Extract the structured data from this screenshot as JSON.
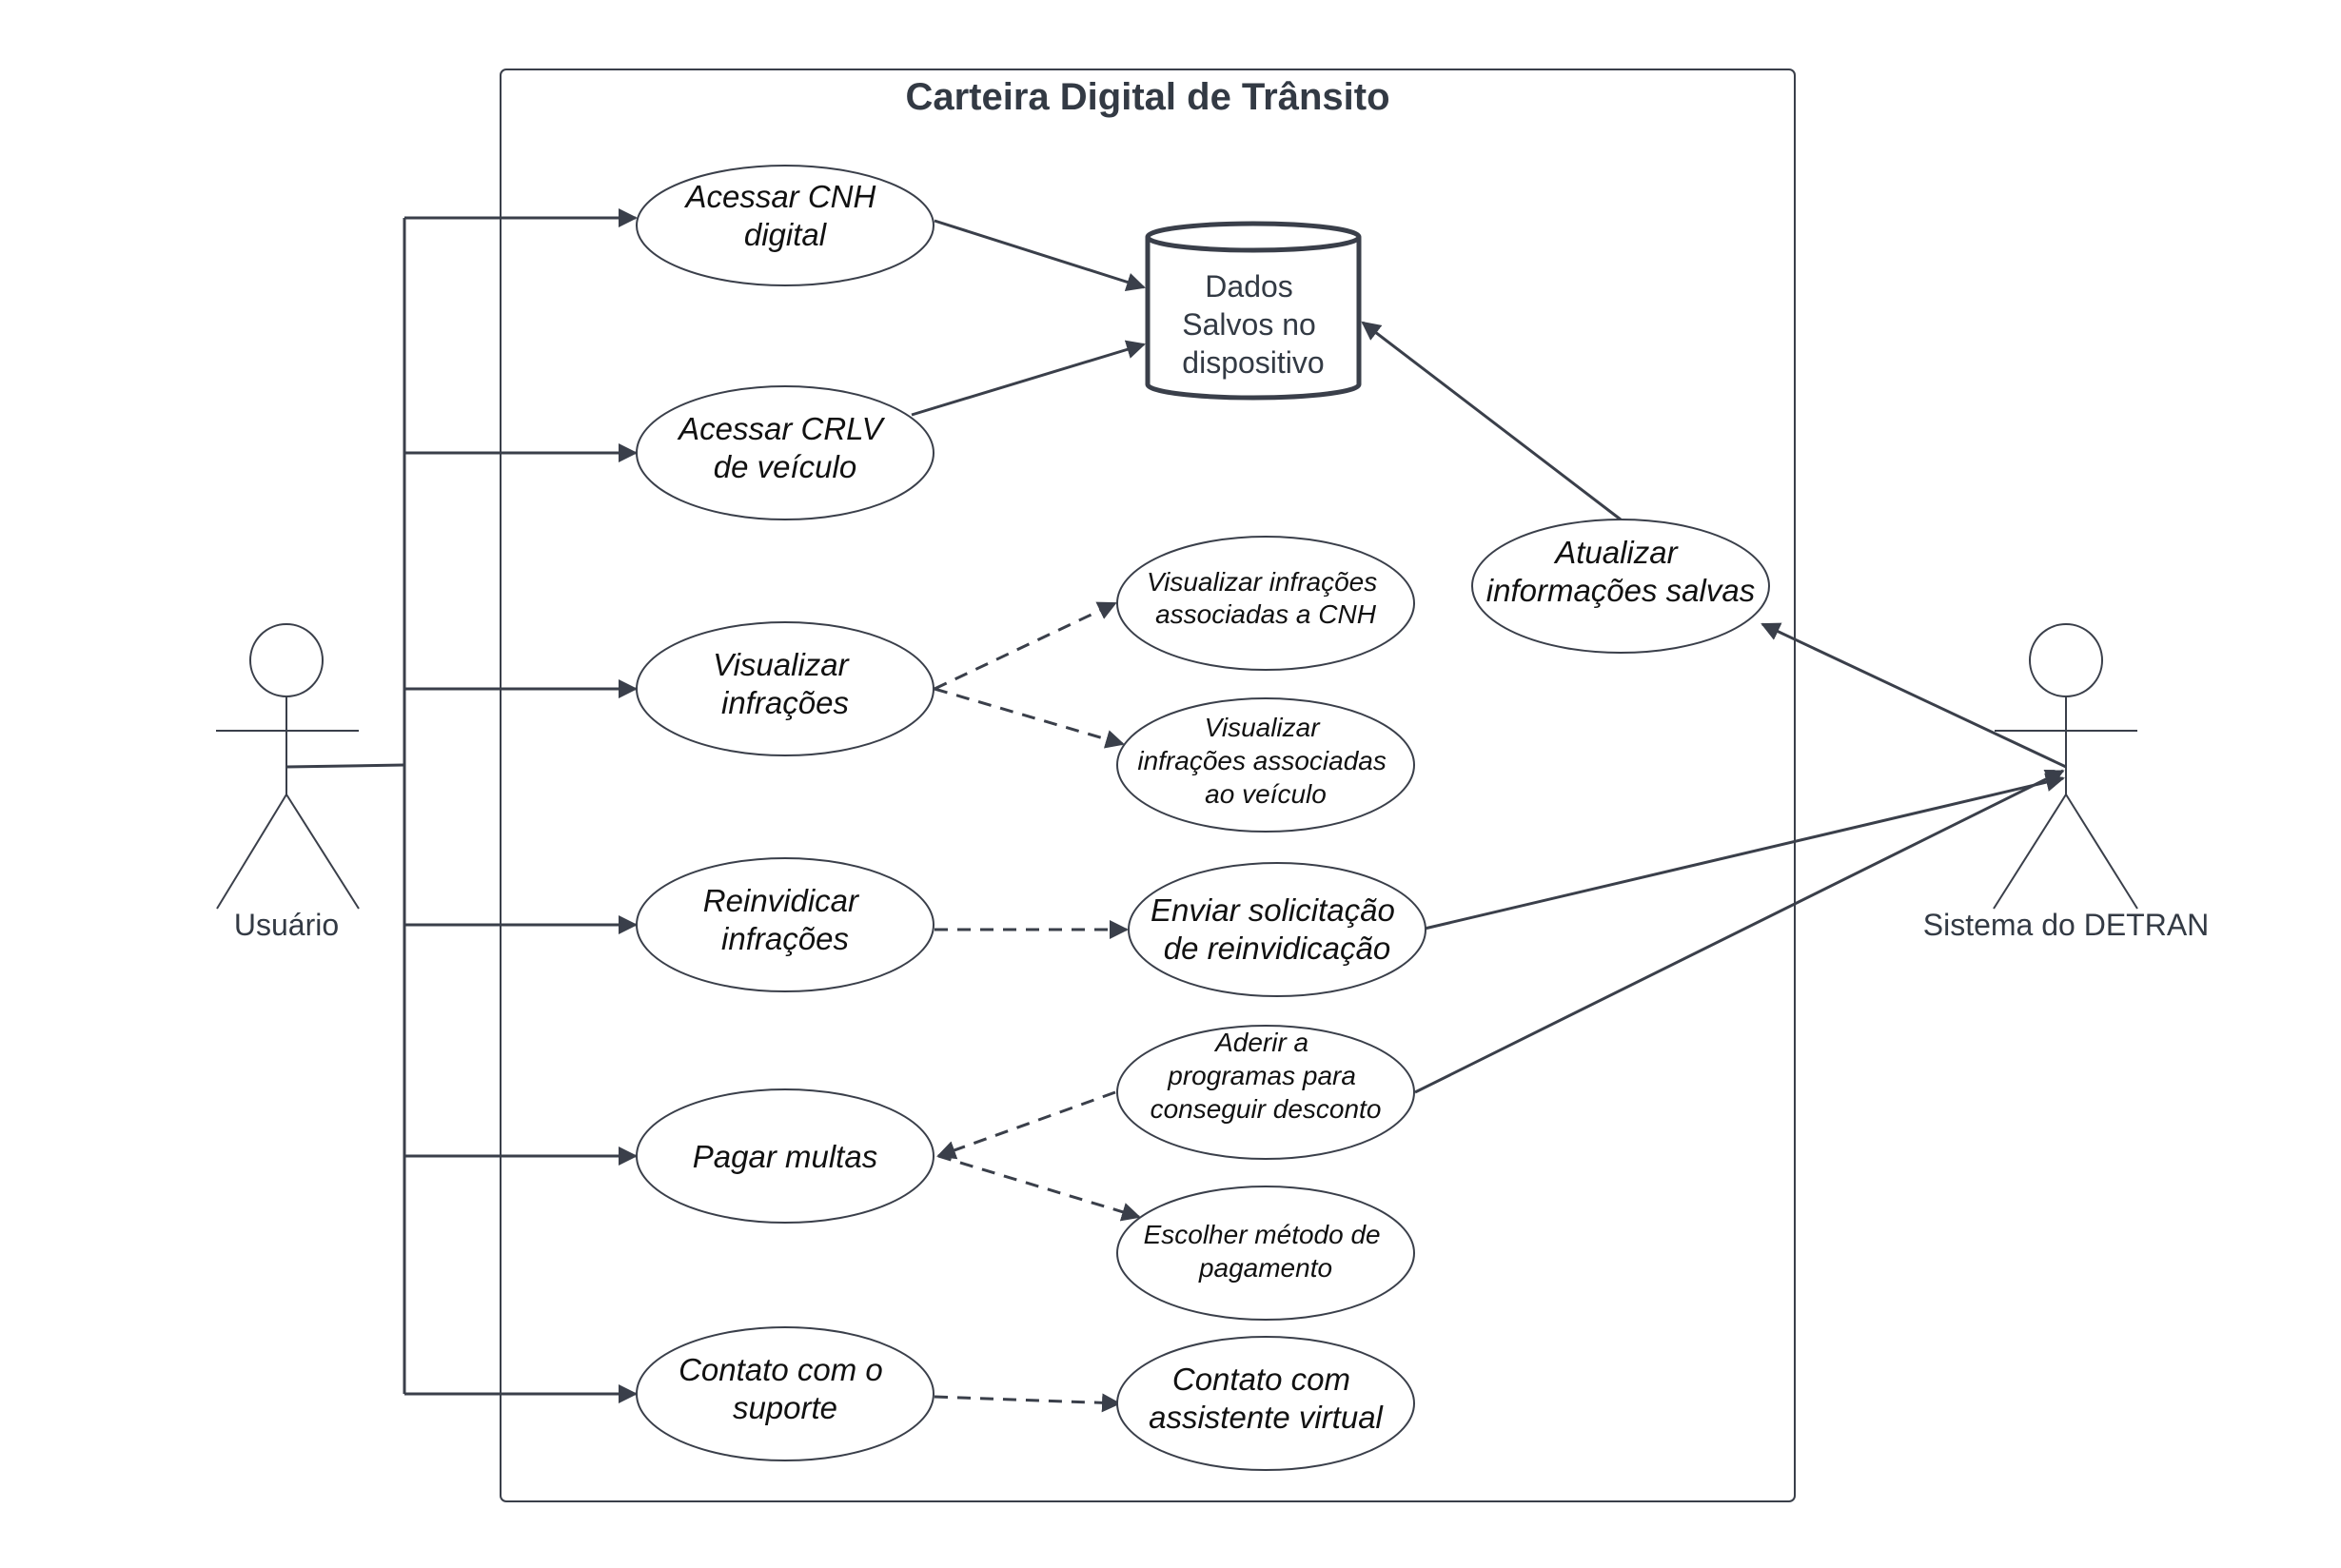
{
  "title": "Carteira Digital de Trânsito",
  "actors": {
    "user": "Usuário",
    "system": "Sistema do DETRAN"
  },
  "database": {
    "lines": [
      "Dados",
      "Salvos no",
      "dispositivo"
    ]
  },
  "use_cases": {
    "cnh": [
      "Acessar CNH",
      "digital"
    ],
    "crlv": [
      "Acessar CRLV",
      "de veículo"
    ],
    "infracoes": [
      "Visualizar",
      "infrações"
    ],
    "reinvidicar": [
      "Reinvidicar",
      "infrações"
    ],
    "pagar": [
      "Pagar multas"
    ],
    "contato": [
      "Contato com o",
      "suporte"
    ],
    "inf_cnh": [
      "Visualizar infrações",
      "associadas a CNH"
    ],
    "inf_veiculo": [
      "Visualizar",
      "infrações associadas",
      "ao veículo"
    ],
    "solicitacao": [
      "Enviar solicitação",
      "de reinvidicação"
    ],
    "programas": [
      "Aderir a",
      "programas para",
      "conseguir desconto"
    ],
    "metodo": [
      "Escolher método de",
      "pagamento"
    ],
    "assistente": [
      "Contato com",
      "assistente virtual"
    ],
    "atualizar": [
      "Atualizar",
      "informações salvas"
    ]
  },
  "colors": {
    "line": "#3a3f4a",
    "text": "#111111",
    "label": "#333a44"
  }
}
